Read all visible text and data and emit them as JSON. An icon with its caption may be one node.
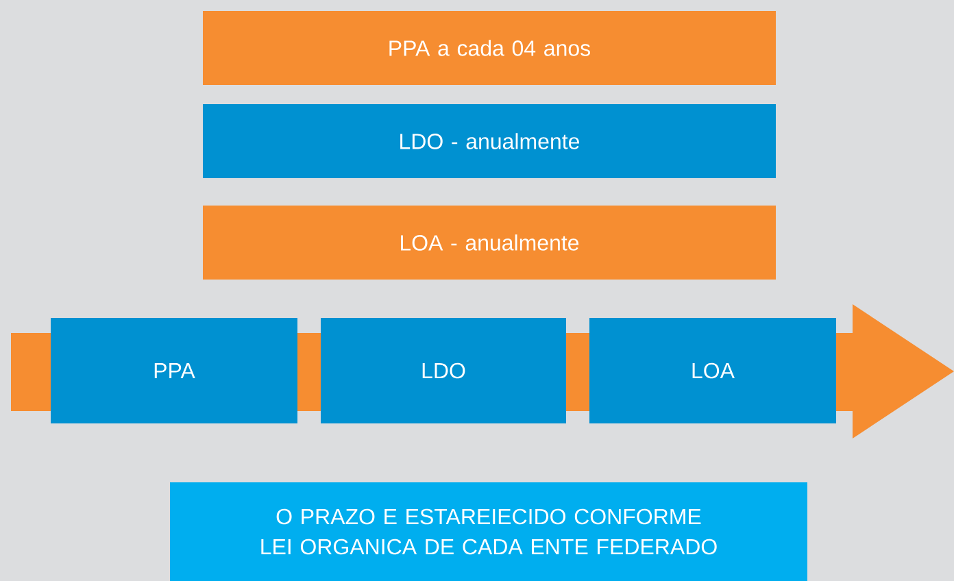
{
  "diagram": {
    "nodes": [
      {
        "text": [
          "PPA a cada 04 anos"
        ]
      },
      {
        "text": [
          "LDO - anualmente"
        ]
      },
      {
        "text": [
          "LOA - anualmente"
        ]
      },
      {
        "text": [
          "PPA"
        ]
      },
      {
        "text": [
          "LDO"
        ]
      },
      {
        "text": [
          "LOA"
        ]
      },
      {
        "text": [
          "O PRAZO E ESTAREIECIDO CONFORME LEI ORGANICA DE CADA ENTE FEDERADO"
        ]
      }
    ]
  }
}
